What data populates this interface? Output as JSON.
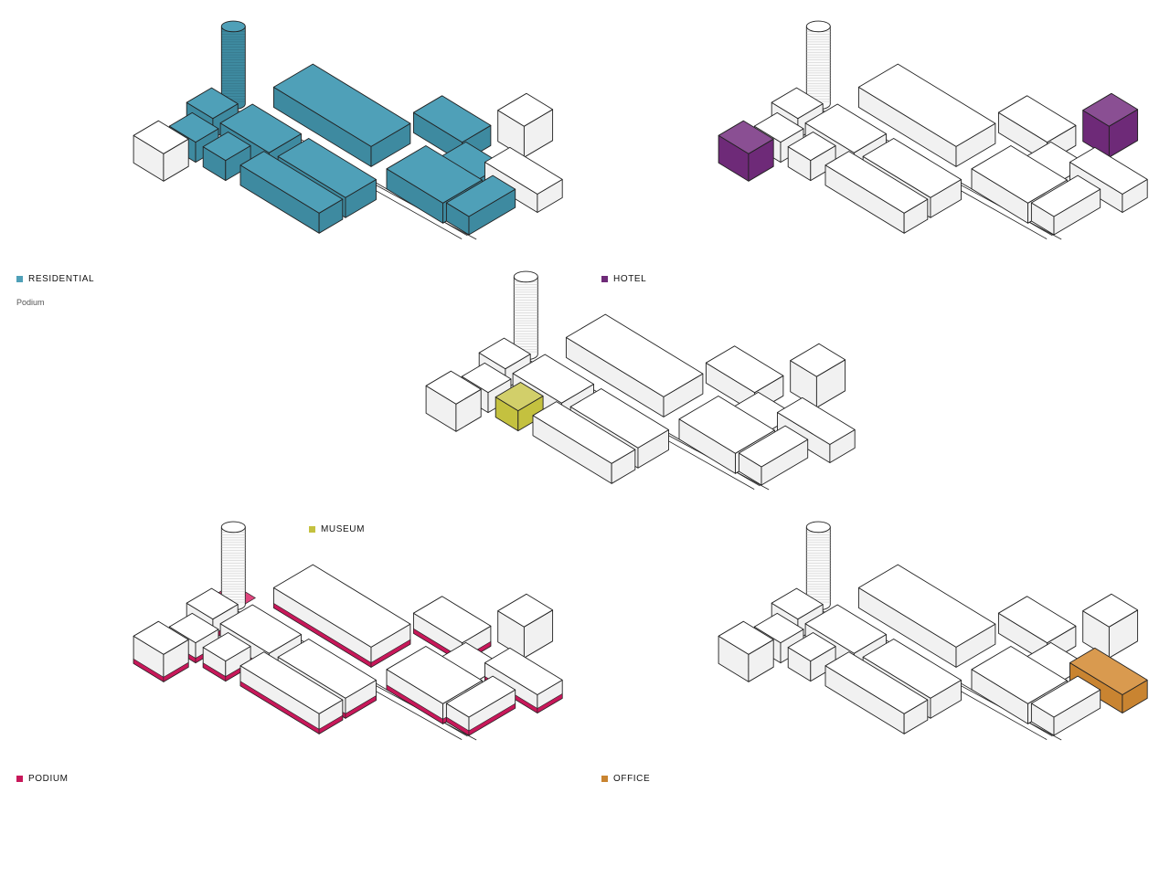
{
  "colors": {
    "residential": "#4fa0b8",
    "hotel": "#6e2a78",
    "museum": "#c4c13f",
    "podium": "#c8185a",
    "office": "#c98431",
    "outline": "#222222"
  },
  "panels": [
    {
      "id": "residential",
      "label": "RESIDENTIAL",
      "sublabel": "Podium"
    },
    {
      "id": "hotel",
      "label": "HOTEL"
    },
    {
      "id": "museum",
      "label": "MUSEUM"
    },
    {
      "id": "podium",
      "label": "PODIUM"
    },
    {
      "id": "office",
      "label": "OFFICE"
    }
  ]
}
